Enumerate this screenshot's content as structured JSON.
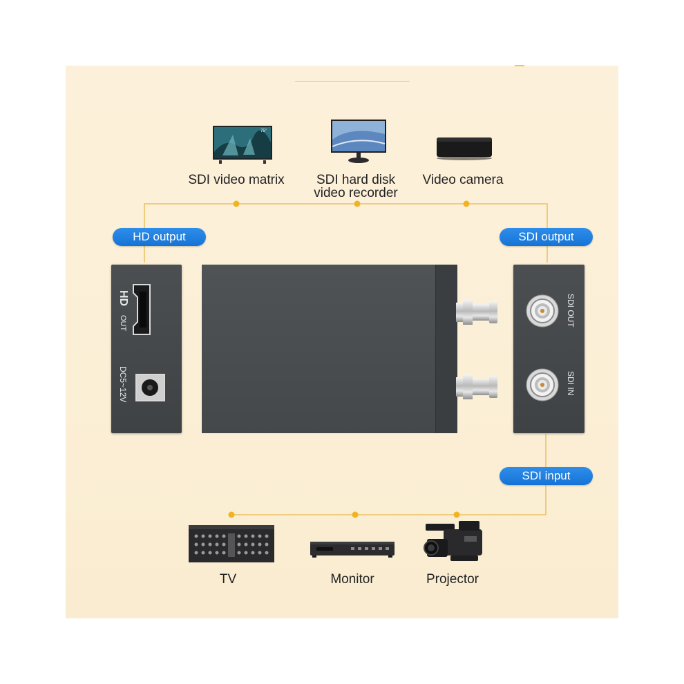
{
  "top_devices": [
    {
      "icon": "tv-icon",
      "label": "SDI video matrix"
    },
    {
      "icon": "monitor-icon",
      "label_line1": "SDI hard disk",
      "label_line2": "video recorder"
    },
    {
      "icon": "video-camera-icon",
      "label": "Video camera"
    }
  ],
  "bottom_devices": [
    {
      "icon": "video-matrix-icon",
      "label": "TV"
    },
    {
      "icon": "recorder-icon",
      "label": "Monitor"
    },
    {
      "icon": "camcorder-icon",
      "label": "Projector"
    }
  ],
  "pills": {
    "hd_output": "HD  output",
    "sdi_output": "SDI output",
    "sdi_input": "SDI input"
  },
  "left_end": {
    "hd": "HD",
    "out": "OUT",
    "power": "DC5~12V"
  },
  "right_end": {
    "sdi_out": "SDI OUT",
    "sdi_in": "SDI IN"
  },
  "colors": {
    "panel_bg": "#fcefd7",
    "wire": "#e8b43a",
    "pill_blue": "#1e80e0",
    "device_body": "#45484b"
  }
}
